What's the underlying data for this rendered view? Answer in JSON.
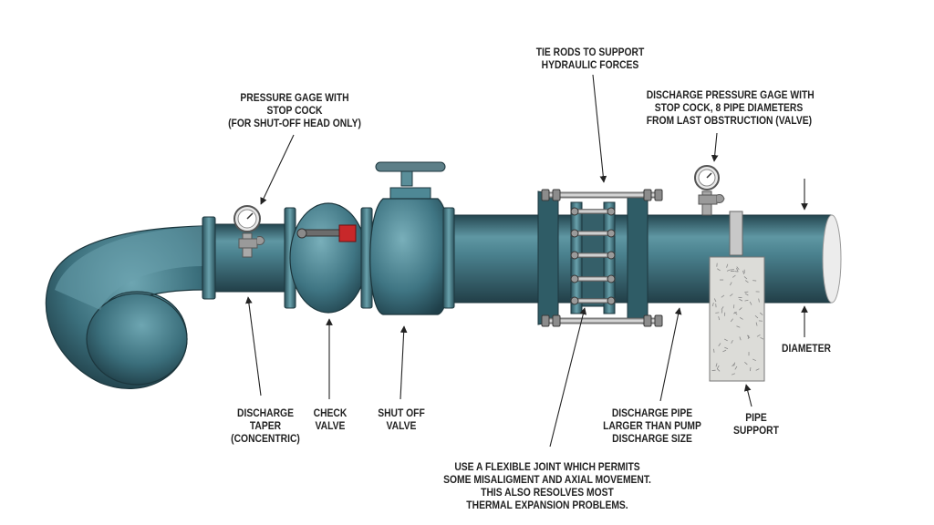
{
  "labels": {
    "pressure_gage": [
      "PRESSURE GAGE WITH",
      "STOP COCK",
      "(FOR SHUT-OFF HEAD ONLY)"
    ],
    "tie_rods": [
      "TIE RODS TO SUPPORT",
      "HYDRAULIC FORCES"
    ],
    "discharge_pressure_gage": [
      "DISCHARGE PRESSURE GAGE WITH",
      "STOP COCK, 8 PIPE DIAMETERS",
      "FROM LAST OBSTRUCTION (VALVE)"
    ],
    "discharge_taper": [
      "DISCHARGE",
      "TAPER",
      "(CONCENTRIC)"
    ],
    "check_valve": [
      "CHECK",
      "VALVE"
    ],
    "shut_off_valve": [
      "SHUT OFF",
      "VALVE"
    ],
    "discharge_pipe": [
      "DISCHARGE PIPE",
      "LARGER THAN PUMP",
      "DISCHARGE SIZE"
    ],
    "pipe_support": [
      "PIPE",
      "SUPPORT"
    ],
    "diameter": [
      "DIAMETER"
    ],
    "flexible_joint": [
      "USE A FLEXIBLE JOINT WHICH PERMITS",
      "SOME MISALIGMENT AND AXIAL MOVEMENT.",
      "THIS ALSO RESOLVES MOST",
      "THERMAL EXPANSION PROBLEMS."
    ]
  },
  "colors": {
    "pipe": "#3f7583",
    "pipe_dark": "#1f3f49",
    "pipe_light": "#7fb0bb",
    "flange": "#4b8491",
    "valve_marker": "#c8282a",
    "support": "#dcdcd8",
    "gage": "#bdbdbd"
  }
}
